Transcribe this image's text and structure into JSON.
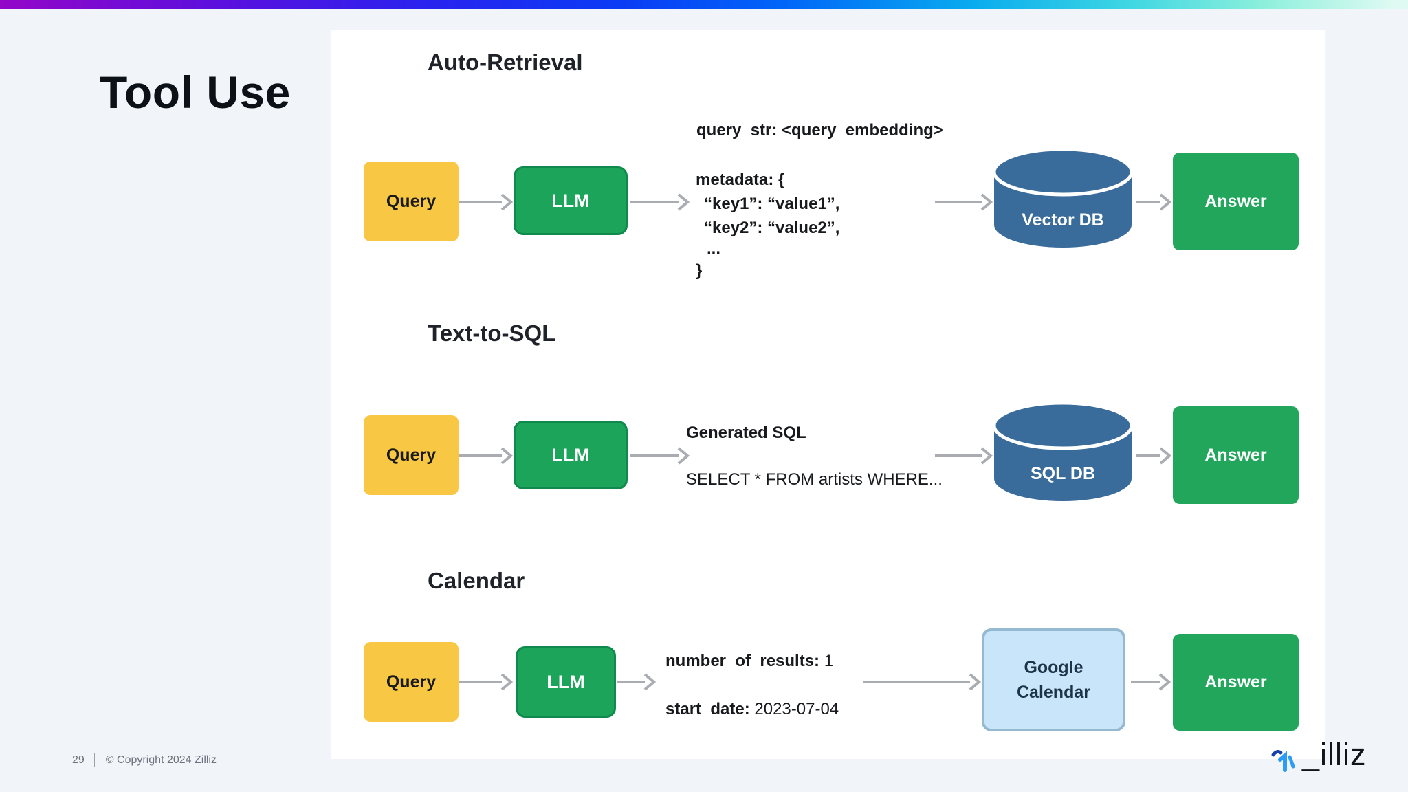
{
  "slide": {
    "title": "Tool Use",
    "page_number": "29",
    "copyright": "© Copyright 2024  Zilliz",
    "logo_text": "_illiz"
  },
  "colors": {
    "background": "#F1F5F9",
    "panel": "#FFFFFF",
    "query_yellow": "#F8C845",
    "llm_green": "#1CA45A",
    "llm_border": "#0F8A4C",
    "answer_green": "#21A65C",
    "db_blue": "#3A6C9B",
    "calendar_fill": "#C9E5F9",
    "calendar_border": "#96B9D2",
    "arrow_gray": "#A9ADB2",
    "gradient_left": "#9406C8",
    "gradient_mid": "#0167F8",
    "gradient_right": "#8FF0DC"
  },
  "rows": [
    {
      "heading": "Auto-Retrieval",
      "query_label": "Query",
      "llm_label": "LLM",
      "payload": {
        "lines": [
          "query_str: <query_embedding>",
          "metadata: {",
          "“key1”: “value1”,",
          "“key2”: “value2”,",
          "...",
          "}"
        ]
      },
      "target": {
        "type": "cylinder",
        "label": "Vector DB"
      },
      "answer_label": "Answer"
    },
    {
      "heading": "Text-to-SQL",
      "query_label": "Query",
      "llm_label": "LLM",
      "payload": {
        "title": "Generated SQL",
        "body": "SELECT * FROM artists WHERE..."
      },
      "target": {
        "type": "cylinder",
        "label": "SQL DB"
      },
      "answer_label": "Answer"
    },
    {
      "heading": "Calendar",
      "query_label": "Query",
      "llm_label": "LLM",
      "payload": {
        "line1_label": "number_of_results:",
        "line1_value": "1",
        "line2_label": "start_date:",
        "line2_value": "2023-07-04"
      },
      "target": {
        "type": "box",
        "label_line1": "Google",
        "label_line2": "Calendar"
      },
      "answer_label": "Answer"
    }
  ]
}
